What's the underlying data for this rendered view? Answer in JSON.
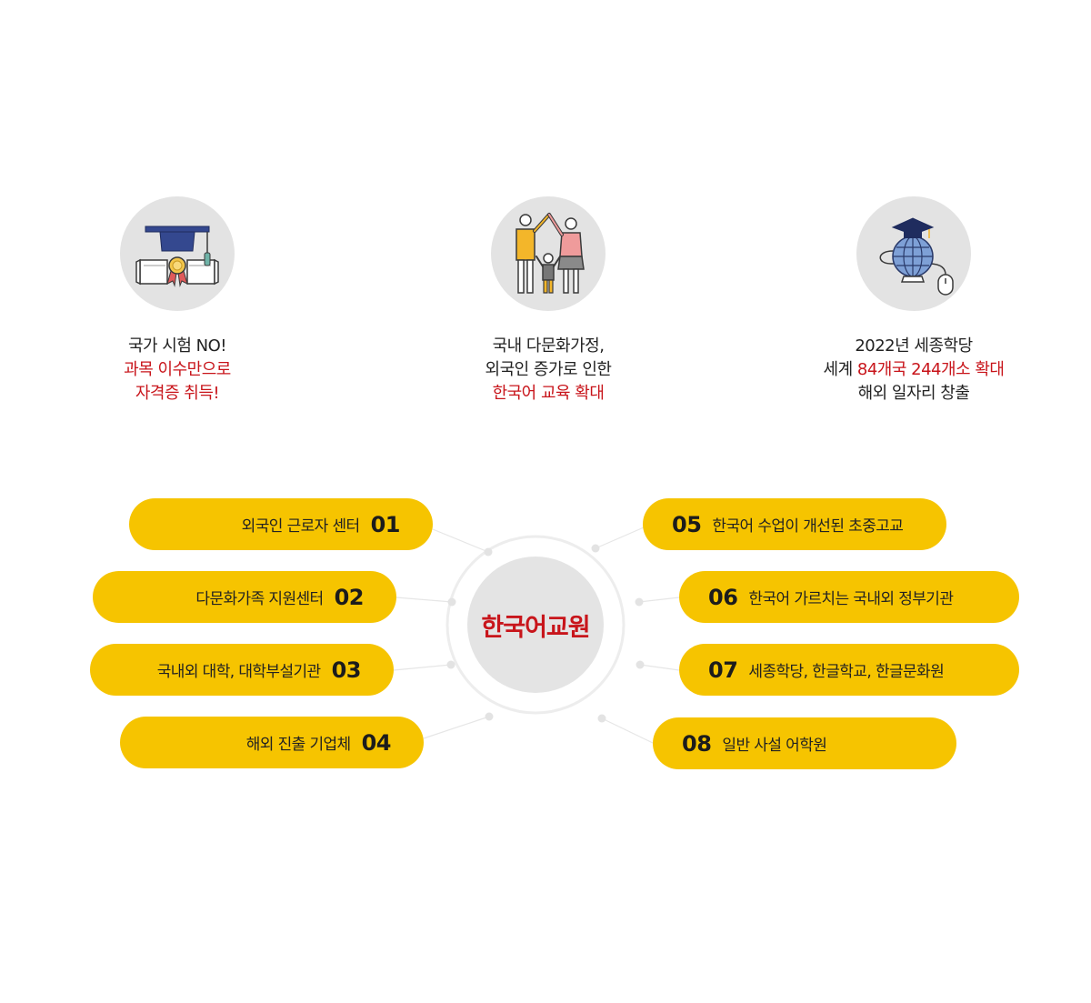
{
  "features": [
    {
      "icon": "graduation-cap-diploma-icon",
      "lines": [
        {
          "text": "국가 시험 NO!",
          "color": "#222222"
        },
        {
          "text": "과목 이수만으로",
          "color": "#c8151b"
        },
        {
          "text": "자격증 취득!",
          "color": "#c8151b"
        }
      ]
    },
    {
      "icon": "multicultural-family-icon",
      "lines": [
        {
          "text": "국내 다문화가정,",
          "color": "#222222"
        },
        {
          "text": "외국인 증가로 인한",
          "color": "#222222"
        },
        {
          "text": "한국어 교육 확대",
          "color": "#c8151b"
        }
      ]
    },
    {
      "icon": "globe-graduation-cap-icon",
      "lines": [
        {
          "parts": [
            {
              "text": "2022년 세종학당",
              "color": "#222222"
            }
          ]
        },
        {
          "parts": [
            {
              "text": "세계 ",
              "color": "#222222"
            },
            {
              "text": "84개국 244개소 확대",
              "color": "#c8151b"
            }
          ]
        },
        {
          "parts": [
            {
              "text": "해외 일자리 창출",
              "color": "#222222"
            }
          ]
        }
      ]
    }
  ],
  "center": {
    "label": "한국어교원"
  },
  "destinations": {
    "left": [
      {
        "num": "01",
        "label": "외국인 근로자 센터"
      },
      {
        "num": "02",
        "label": "다문화가족 지원센터"
      },
      {
        "num": "03",
        "label": "국내외 대학, 대학부설기관"
      },
      {
        "num": "04",
        "label": "해외 진출 기업체"
      }
    ],
    "right": [
      {
        "num": "05",
        "label": "한국어 수업이 개선된 초중고교"
      },
      {
        "num": "06",
        "label": "한국어 가르치는 국내외 정부기관"
      },
      {
        "num": "07",
        "label": "세종학당, 한글학교, 한글문화원"
      },
      {
        "num": "08",
        "label": "일반 사설 어학원"
      }
    ]
  },
  "colors": {
    "accent": "#f6c400",
    "highlight": "#c8151b",
    "circle": "#e3e3e3"
  }
}
